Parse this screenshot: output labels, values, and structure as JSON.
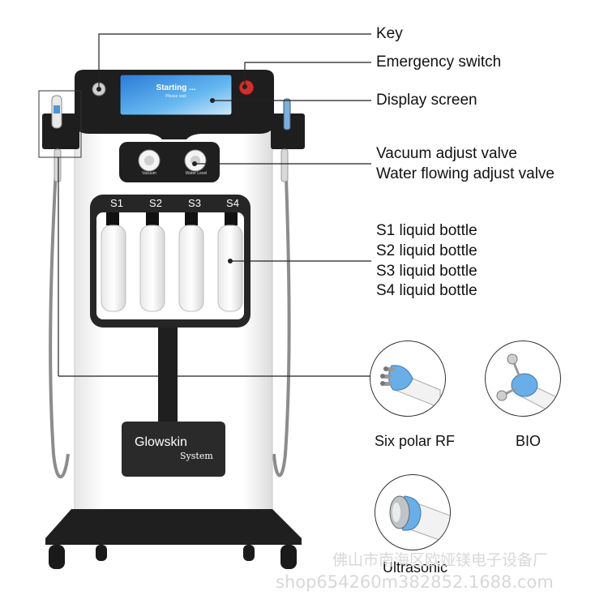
{
  "screen": {
    "line1": "Starting ...",
    "line2": "Please wait"
  },
  "bottles": [
    "S1",
    "S2",
    "S3",
    "S4"
  ],
  "knobs": [
    "Vacuum",
    "Water Level"
  ],
  "brand": {
    "name": "Glowskin",
    "sub": "System"
  },
  "callouts": {
    "key": "Key",
    "emergency": "Emergency switch",
    "display": "Display screen",
    "vacuum": "Vacuum adjust valve",
    "water": "Water flowing adjust valve",
    "s1": "S1 liquid bottle",
    "s2": "S2 liquid bottle",
    "s3": "S3 liquid bottle",
    "s4": "S4 liquid bottle"
  },
  "accessories": {
    "rf": "Six polar RF",
    "bio": "BIO",
    "ultrasonic": "Ultrasonic"
  },
  "watermark": {
    "line1": "佛山市南海区欧娅镁电子设备厂",
    "line2": "shop654260m382852.1688.com"
  },
  "colors": {
    "accent_blue": "#5b9bd8",
    "frame": "#2b2b2b",
    "emergency_red": "#d0302a"
  }
}
